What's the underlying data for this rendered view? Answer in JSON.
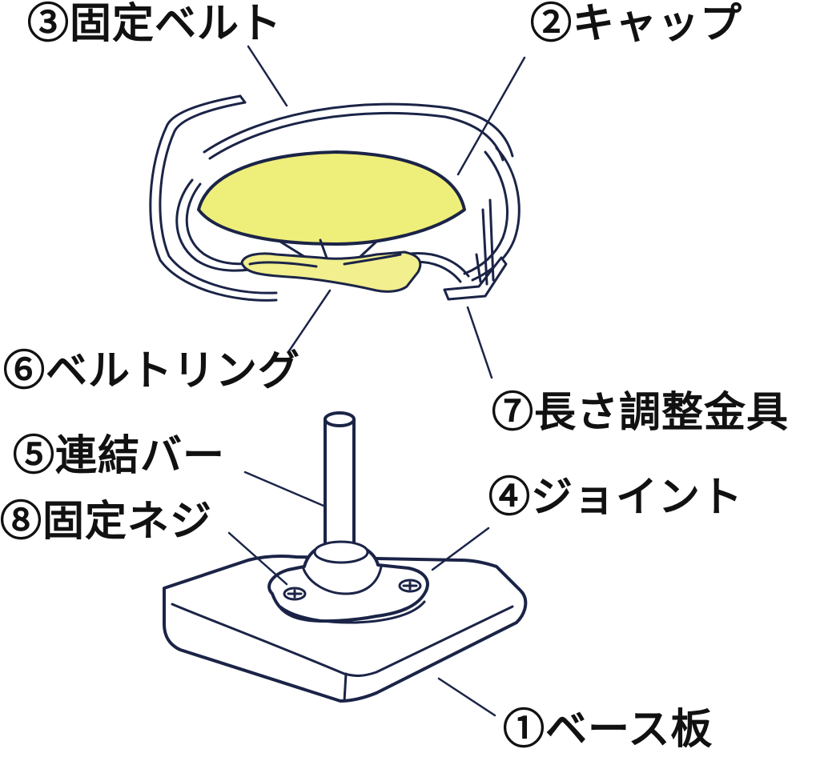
{
  "parts": {
    "base_plate": "①ベース板",
    "cap": "②キャップ",
    "fixing_belt": "③固定ベルト",
    "joint": "④ジョイント",
    "connecting_bar": "⑤連結バー",
    "belt_ring": "⑥ベルトリング",
    "length_adjuster": "⑦長さ調整金具",
    "fixing_screw": "⑧固定ネジ"
  },
  "colors": {
    "outline": "#1b2447",
    "cap_fill": "#eeee7a",
    "ring_fill": "#f1ef8e",
    "plate_fill": "#ffffff",
    "label_text": "#111111"
  }
}
